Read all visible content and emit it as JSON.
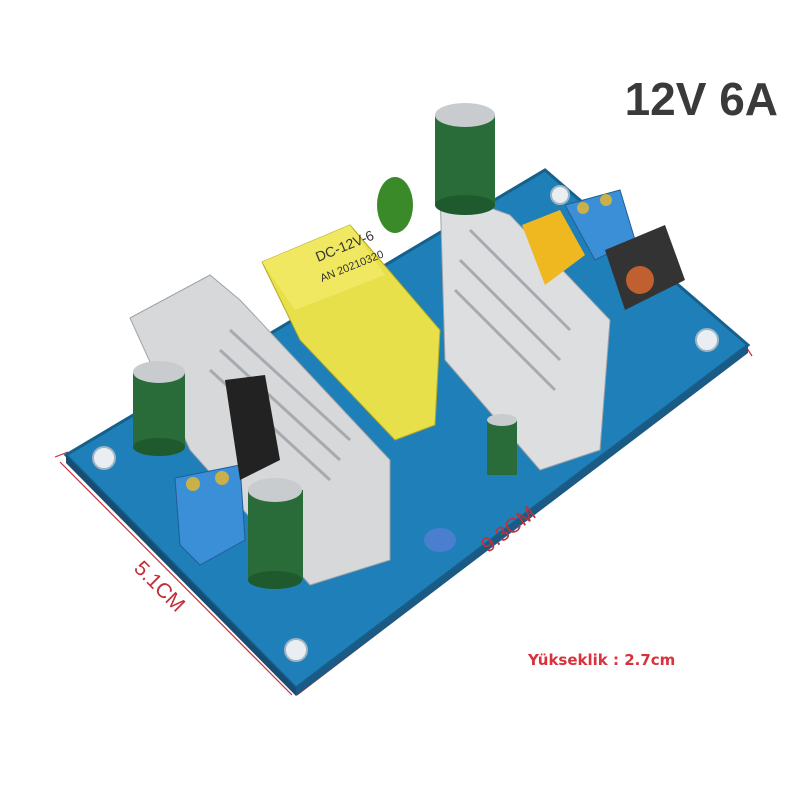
{
  "title": "12V 6A",
  "height_label": "Yükseklik : 2.7cm",
  "dimensions": {
    "width": "9.3CM",
    "depth": "5.1CM"
  },
  "transformer_label": "DC-12V-6",
  "transformer_code": "AN 20210320",
  "colors": {
    "board": "#1f7fb8",
    "dimension": "#c0303a",
    "height_text": "#d8323c",
    "title": "#3a3a3a",
    "transformer": "#e8e04a"
  }
}
